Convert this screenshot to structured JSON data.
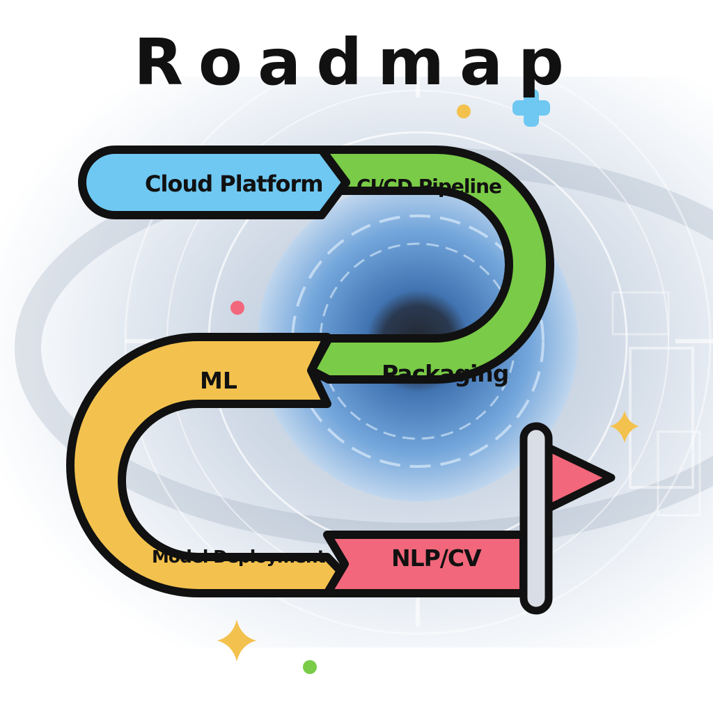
{
  "title": "Roadmap",
  "steps": [
    {
      "label": "Cloud Platform",
      "color": "#6EC8F2"
    },
    {
      "label": "CI/CD Pipeline",
      "color": "#7ACB47"
    },
    {
      "label": "Packaging",
      "color": "#7ACB47"
    },
    {
      "label": "ML",
      "color": "#F3C24E"
    },
    {
      "label": "Model Deployment",
      "color": "#F3C24E"
    },
    {
      "label": "NLP/CV",
      "color": "#F2677B"
    }
  ],
  "colors": {
    "outline": "#111111",
    "flag": "#F2677B",
    "pole": "#D9DEE6",
    "background_tint": "#B9C9DD",
    "eye_iris": "#4A86C5"
  },
  "decorations": [
    "plus-icon",
    "sparkle-icon",
    "dot-icon",
    "flag-icon"
  ]
}
